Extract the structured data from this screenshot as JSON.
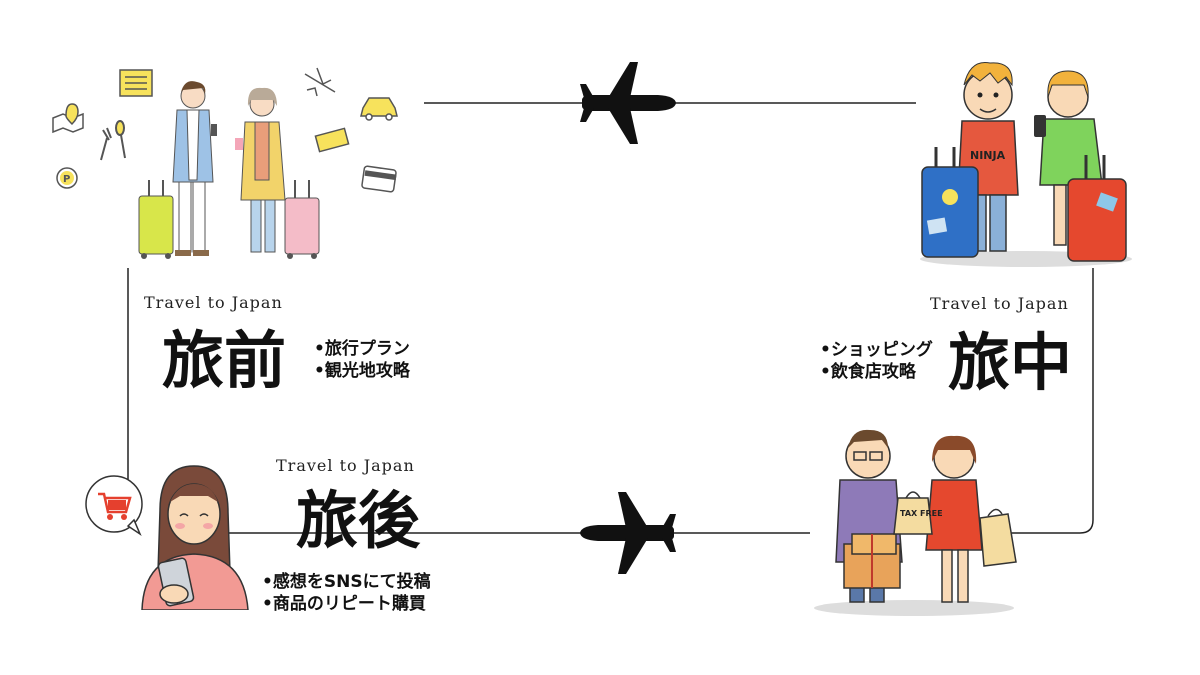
{
  "stages": {
    "before": {
      "subtitle": "Travel to Japan",
      "title": "旅前",
      "items": [
        "•旅行プラン",
        "•観光地攻略"
      ]
    },
    "during": {
      "subtitle": "Travel to Japan",
      "title": "旅中",
      "items": [
        "•ショッピング",
        "•飲食店攻略"
      ]
    },
    "after": {
      "subtitle": "Travel to Japan",
      "title": "旅後",
      "items": [
        "•感想をSNSにて投稿",
        "•商品のリピート購買"
      ]
    }
  },
  "illustrations": {
    "shirt_text": "NINJA",
    "bag_text": "TAX FREE"
  }
}
